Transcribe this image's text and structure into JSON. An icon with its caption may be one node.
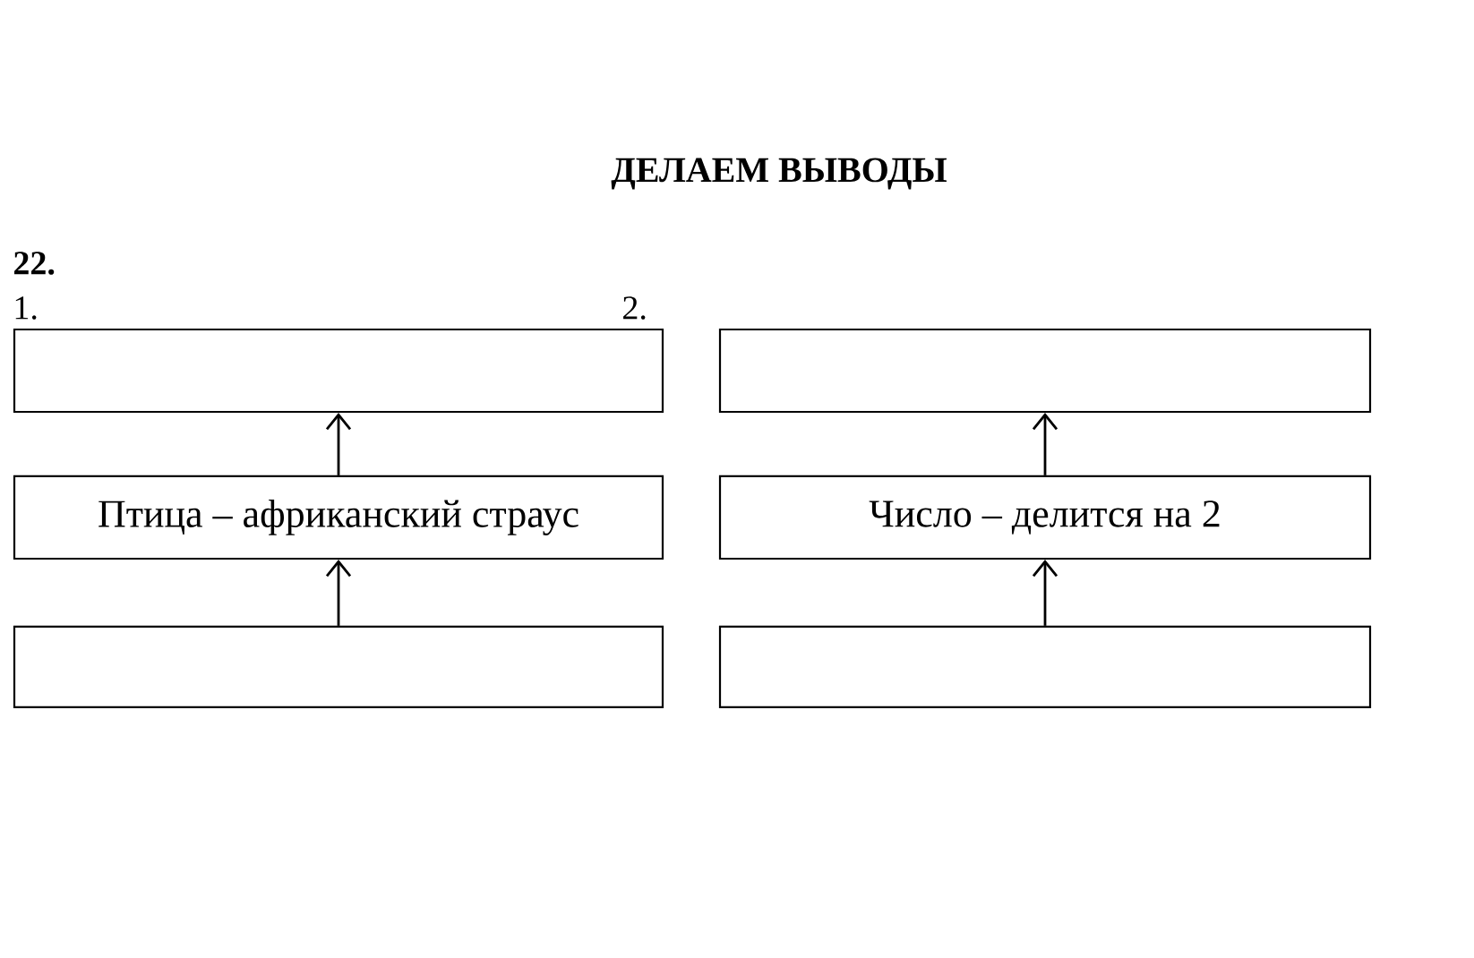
{
  "diagram": {
    "title": "ДЕЛАЕМ ВЫВОДЫ",
    "nodes": [
      {
        "text": [],
        "shape": "box"
      },
      {
        "text": [],
        "shape": "box"
      },
      {
        "text": [
          "Птица – африканский страус"
        ]
      },
      {
        "text": [
          "Число – делится на 2"
        ]
      },
      {
        "text": [],
        "shape": "box"
      },
      {
        "text": [],
        "shape": "box"
      }
    ],
    "edges": [
      {
        "from": 2,
        "to": 0,
        "arrow": "to"
      },
      {
        "from": 4,
        "to": 2,
        "arrow": "to"
      },
      {
        "from": 3,
        "to": 1,
        "arrow": "to"
      },
      {
        "from": 5,
        "to": 3,
        "arrow": "to"
      }
    ],
    "labels": [
      "22.",
      "1.",
      "2."
    ]
  }
}
